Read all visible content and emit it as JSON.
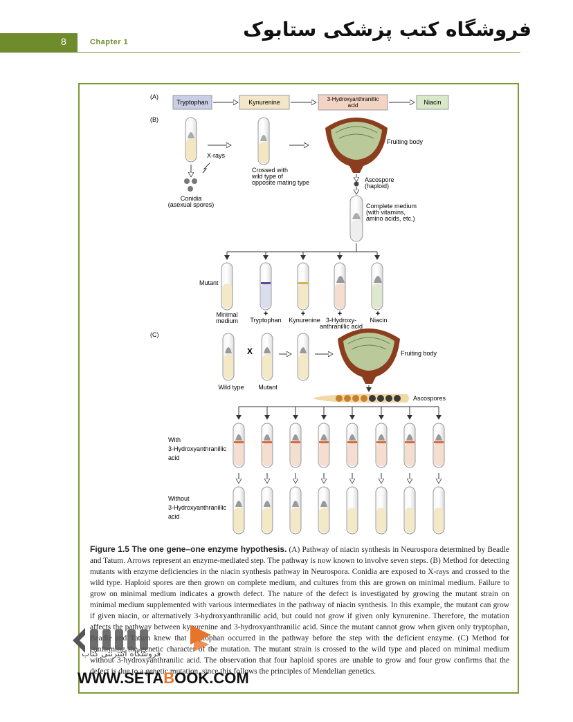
{
  "header": {
    "page_number": "8",
    "chapter": "Chapter 1",
    "store_title": "فروشگاه کتب پزشکی ستابوک"
  },
  "figure": {
    "panel_labels": {
      "a": "(A)",
      "b": "(B)",
      "c": "(C)"
    },
    "pathway": [
      "Tryptophan",
      "Kynurenine",
      "3-Hydroxyanthranillic",
      "acid",
      "Niacin"
    ],
    "panel_b": {
      "xrays": "X-rays",
      "conidia": "Conidia",
      "conidia_sub": "(asexual spores)",
      "crossed_1": "Crossed with",
      "crossed_2": "wild type of",
      "crossed_3": "opposite mating type",
      "fruiting_body": "Fruiting body",
      "ascospore": "Ascospore",
      "ascospore_sub": "(haploid)",
      "complete_1": "Complete medium",
      "complete_2": "(with vitamins,",
      "complete_3": "amino acids, etc.)",
      "mutant": "Mutant",
      "minimal_1": "Minimal",
      "minimal_2": "medium",
      "plus": "+",
      "tryptophan": "Tryptophan",
      "kynurenine": "Kynurenine",
      "hydroxy_1": "3-Hydroxy-",
      "hydroxy_2": "anthranillic acid",
      "niacin": "Niacin"
    },
    "panel_c": {
      "wild_type": "Wild type",
      "cross": "X",
      "mutant": "Mutant",
      "fruiting_body": "Fruiting body",
      "ascospores": "Ascospores",
      "with_1": "With",
      "with_2": "3-Hydroxyanthranillic",
      "with_3": "acid",
      "without_1": "Without",
      "without_2": "3-Hydroxyanthranillic",
      "without_3": "acid"
    }
  },
  "caption": {
    "title": "Figure 1.5 The one gene–one enzyme hypothesis.",
    "body": "(A) Pathway of niacin synthesis in Neurospora determined by Beadle and Tatum. Arrows represent an enzyme-mediated step. The pathway is now known to involve seven steps. (B) Method for detecting mutants with enzyme deficiencies in the niacin synthesis pathway in Neurospora. Conidia are exposed to X-rays and crossed to the wild type. Haploid spores are then grown on complete medium, and cultures from this are grown on minimal medium. Failure to grow on minimal medium indicates a growth defect. The nature of the defect is investigated by growing the mutant strain on minimal medium supplemented with various intermediates in the pathway of niacin synthesis. In this example, the mutant can grow if given niacin, or alternatively 3-hydroxyanthranilic acid, but could not grow if given only kynurenine. Therefore, the mutation affects the pathway between kynurenine and 3-hydroxyanthranilic acid. Since the mutant cannot grow when given only tryptophan, Beadle and Tatum knew that tryptophan occurred in the pathway before the step with the deficient enzyme. (C) Method for confirming the genetic character of the mutation. The mutant strain is crossed to the wild type and placed on minimal medium without 3-hydroxyanthranilic acid. The observation that four haploid spores are unable to grow and four grow confirms that the defect is due to a genetic mutation, since this follows the principles of Mendelian genetics."
  },
  "watermark": {
    "url_pre": "WWW.SETA",
    "url_o": "B",
    "url_post": "OOK.COM",
    "sub": "فروشگاه اینترنتی کتاب"
  },
  "colors": {
    "accent": "#6f8c2c",
    "tryptophan_box": "#c9cde6",
    "kynurenine_box": "#f3e6c9",
    "hydroxy_box": "#f3d3c3",
    "niacin_box": "#d8e8c8",
    "fruiting_body": "#8b3d1d"
  }
}
